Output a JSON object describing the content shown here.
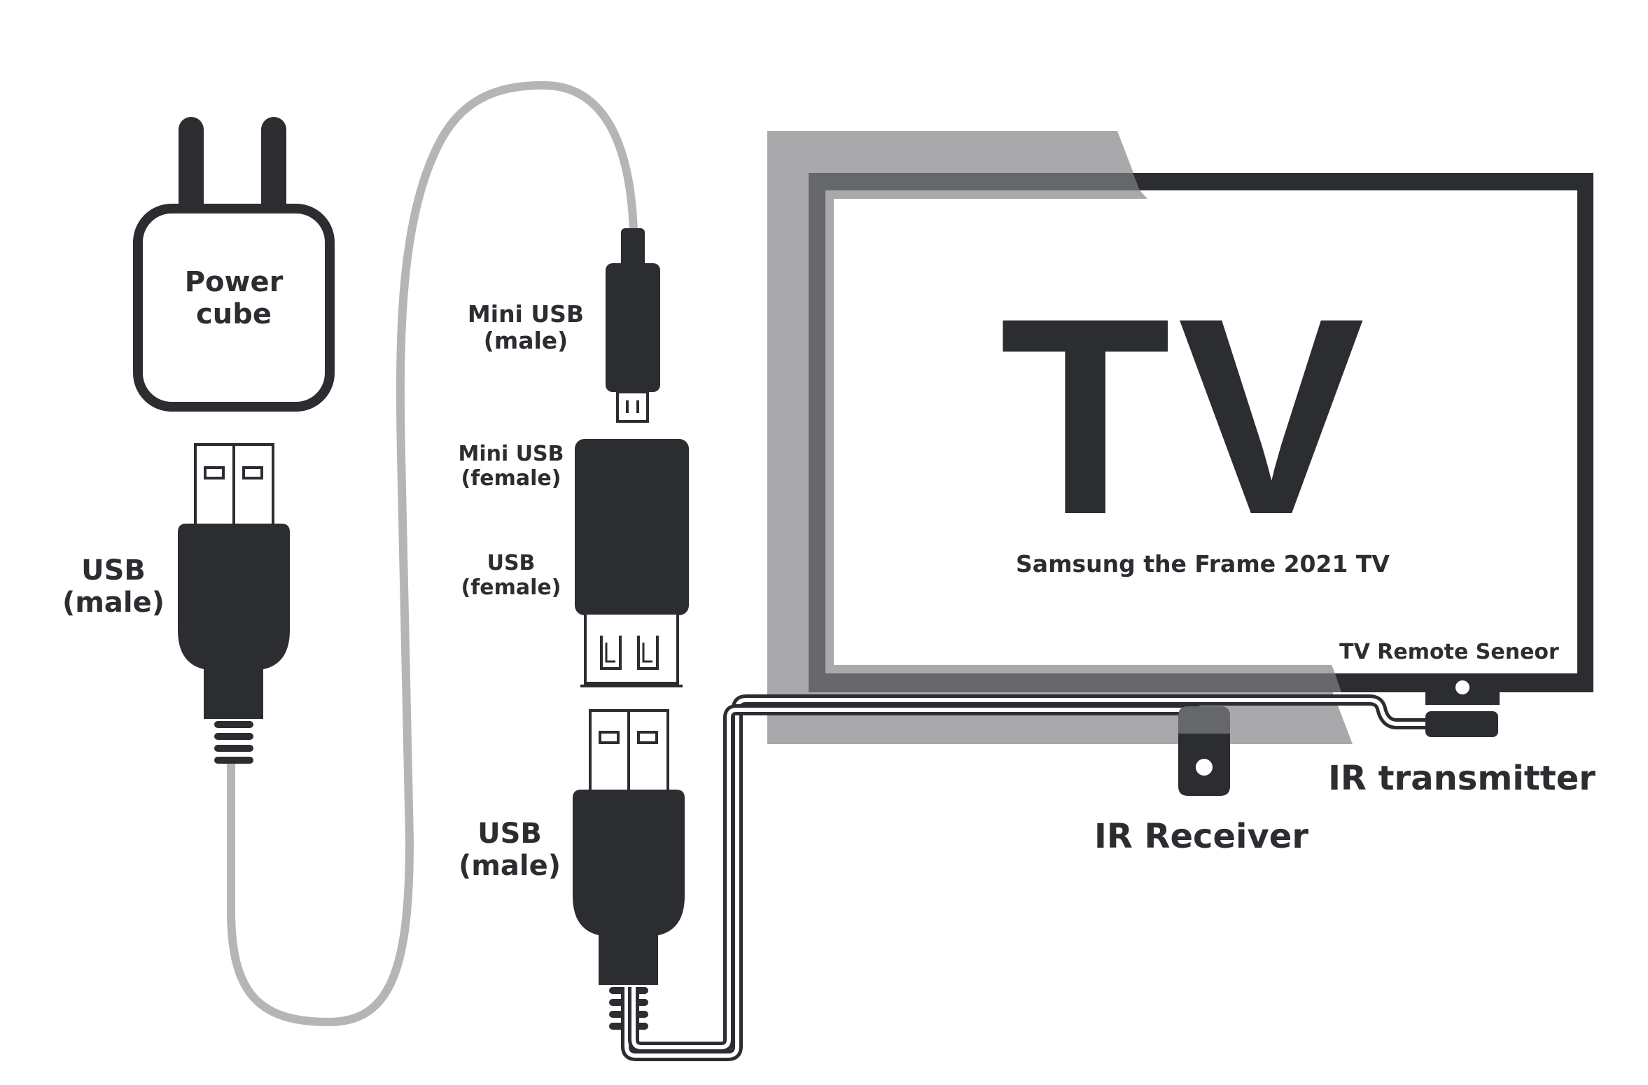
{
  "labels": {
    "power_cube": [
      "Power",
      "cube"
    ],
    "usb_male_left": [
      "USB",
      "(male)"
    ],
    "mini_usb_male": [
      "Mini USB",
      "(male)"
    ],
    "mini_usb_female": [
      "Mini USB",
      "(female)"
    ],
    "usb_female": [
      "USB",
      "(female)"
    ],
    "usb_male_right": [
      "USB",
      "(male)"
    ],
    "tv_title": "TV",
    "tv_subtitle": "Samsung the Frame 2021 TV",
    "tv_remote_sensor": "TV Remote Seneor",
    "ir_transmitter": "IR transmitter",
    "ir_receiver": "IR Receiver"
  },
  "colors": {
    "dark": "#2b2d31",
    "cable_gray": "#b5b5b8",
    "frame_gray": "#a9a9ab",
    "frame_dark_gray": "#66676b",
    "white": "#ffffff"
  }
}
